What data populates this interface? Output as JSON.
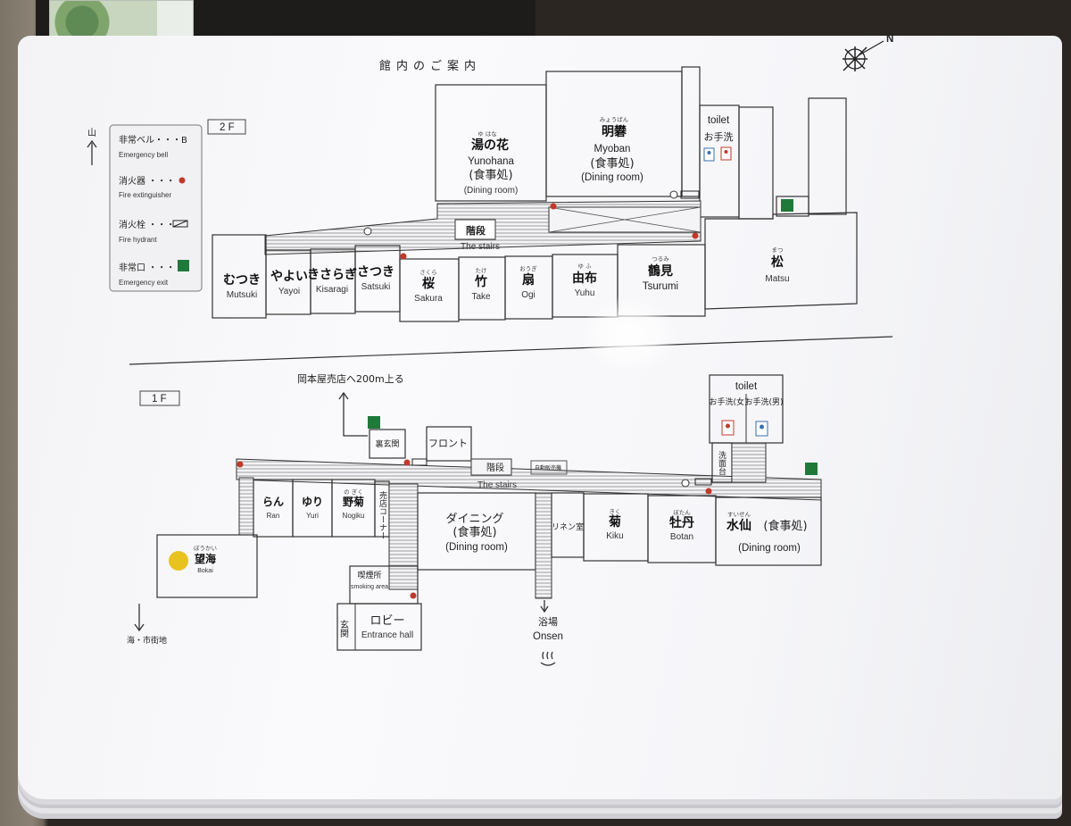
{
  "title": "館内のご案内",
  "compass_label": "N",
  "floor2": {
    "label": "2 F",
    "mountain_label": "山",
    "legend": [
      {
        "jp": "非常ベル・・・B",
        "en": "Emergency bell"
      },
      {
        "jp": "消火器 ・・・",
        "en": "Fire extinguisher"
      },
      {
        "jp": "消火栓 ・・・",
        "en": "Fire hydrant"
      },
      {
        "jp": "非常口 ・・・",
        "en": "Emergency exit"
      }
    ],
    "rooms": {
      "yunohana": {
        "jp": "湯の花",
        "ruby": "ゆ   はな",
        "en": "Yunohana",
        "sub": "(食事処)",
        "sub_en": "(Dining room)"
      },
      "myoban": {
        "jp": "明礬",
        "ruby": "みょうばん",
        "en": "Myoban",
        "sub": "(食事処)",
        "sub_en": "(Dining room)"
      },
      "toilet_en": "toilet",
      "toilet_jp": "お手洗",
      "stairs_jp": "階段",
      "stairs_en": "The stairs",
      "mutsuki": {
        "jp": "むつき",
        "en": "Mutsuki"
      },
      "yayoi": {
        "jp": "やよい",
        "en": "Yayoi"
      },
      "kisaragi": {
        "jp": "きさらぎ",
        "en": "Kisaragi"
      },
      "satsuki": {
        "jp": "さつき",
        "en": "Satsuki"
      },
      "sakura": {
        "jp": "桜",
        "ruby": "さくら",
        "en": "Sakura"
      },
      "take": {
        "jp": "竹",
        "ruby": "たけ",
        "en": "Take"
      },
      "ogi": {
        "jp": "扇",
        "ruby": "おうぎ",
        "en": "Ogi"
      },
      "yuhu": {
        "jp": "由布",
        "ruby": "ゆ  ふ",
        "en": "Yuhu"
      },
      "tsurumi": {
        "jp": "鶴見",
        "ruby": "つるみ",
        "en": "Tsurumi"
      },
      "matsu": {
        "jp": "松",
        "ruby": "まつ",
        "en": "Matsu"
      }
    }
  },
  "floor1": {
    "label": "1 F",
    "okamotoya_label": "岡本屋売店へ200m上る",
    "sea_label": "海・市街地",
    "rooms": {
      "ura_genkan": "裏玄関",
      "front": "フロント",
      "stairs_jp": "階段",
      "stairs_en": "The stairs",
      "vending": "自動販売機",
      "ran": {
        "jp": "らん",
        "en": "Ran"
      },
      "yuri": {
        "jp": "ゆり",
        "en": "Yuri"
      },
      "nogiku": {
        "jp": "野菊",
        "ruby": "の ぎく",
        "en": "Nogiku"
      },
      "baiten": "売店コーナー",
      "dining": {
        "jp": "ダイニング",
        "sub": "(食事処)",
        "en": "(Dining room)"
      },
      "linen": "リネン室",
      "kiku": {
        "jp": "菊",
        "ruby": "きく",
        "en": "Kiku"
      },
      "botan": {
        "jp": "牡丹",
        "ruby": "ぼたん",
        "en": "Botan"
      },
      "suisen": {
        "jp": "水仙",
        "ruby": "すいせん",
        "sub": "(食事処)",
        "en": "(Dining room)"
      },
      "toilet_en": "toilet",
      "toilet_w": "お手洗(女)",
      "toilet_m": "お手洗(男)",
      "washroom": "洗面台",
      "smoking_jp": "喫煙所",
      "smoking_en": "smoking area",
      "genkan": "玄関",
      "lobby_jp": "ロビー",
      "lobby_en": "Entrance hall",
      "bokai": {
        "jp": "望海",
        "ruby": "ぼうかい",
        "en": "Bokai"
      },
      "onsen_jp": "浴場",
      "onsen_en": "Onsen"
    }
  }
}
